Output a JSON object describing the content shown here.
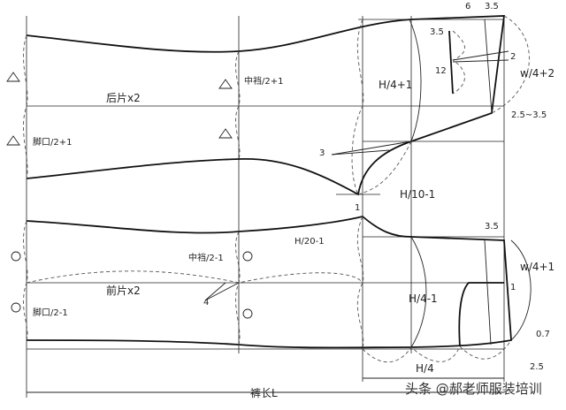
{
  "labels": {
    "back_piece": "后片x2",
    "front_piece": "前片x2",
    "back_hem": "脚口/2+1",
    "front_hem": "脚口/2-1",
    "back_knee": "中裆/2+1",
    "front_knee": "中裆/2-1",
    "back_hip": "H/4+1",
    "front_hip": "H/4-1",
    "back_waist": "w/4+2",
    "front_waist": "w/4+1",
    "back_crotch": "H/10-1",
    "front_crotch": "H/20-1",
    "hip_dim": "H/4",
    "length_dim": "裤长L",
    "n6": "6",
    "n35_top": "3.5",
    "n35_dart": "3.5",
    "n12": "12",
    "n2": "2",
    "n25_35": "2.5~3.5",
    "n3": "3",
    "n1_crotch": "1",
    "n35_front": "3.5",
    "n1_front": "1",
    "n07": "0.7",
    "n25": "2.5",
    "n4": "4"
  },
  "watermark": "头条 @郝老师服装培训"
}
